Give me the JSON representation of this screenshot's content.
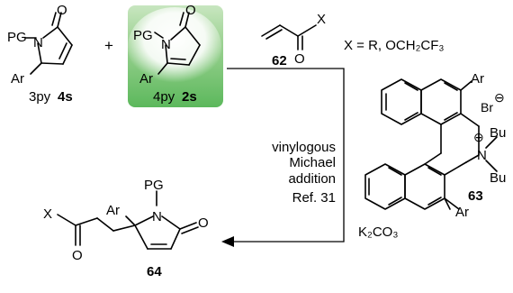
{
  "scheme": {
    "compound_4s": {
      "pg": "PG",
      "o": "O",
      "n": "N",
      "ar": "Ar",
      "caption_prefix": "3py",
      "caption_id": "4s"
    },
    "plus": "+",
    "compound_2s": {
      "pg": "PG",
      "o": "O",
      "n": "N",
      "ar": "Ar",
      "caption_prefix": "4py",
      "caption_id": "2s",
      "highlight_color": "#5cb85c"
    },
    "reagent_62": {
      "x": "X",
      "o": "O",
      "id": "62",
      "definition": "X = R, OCH₂CF₃"
    },
    "conditions": {
      "line1": "vinylogous",
      "line2": "Michael",
      "line3": "addition",
      "ref": "Ref. 31"
    },
    "catalyst_63": {
      "ar_top": "Ar",
      "ar_bottom": "Ar",
      "br": "Br",
      "br_charge": "⊖",
      "n_charge": "⊕",
      "n": "N",
      "bu_top": "Bu",
      "bu_bottom": "Bu",
      "id": "63"
    },
    "base": "K₂CO₃",
    "product_64": {
      "pg": "PG",
      "n": "N",
      "ar": "Ar",
      "o_ring": "O",
      "x": "X",
      "o_chain": "O",
      "id": "64"
    }
  }
}
